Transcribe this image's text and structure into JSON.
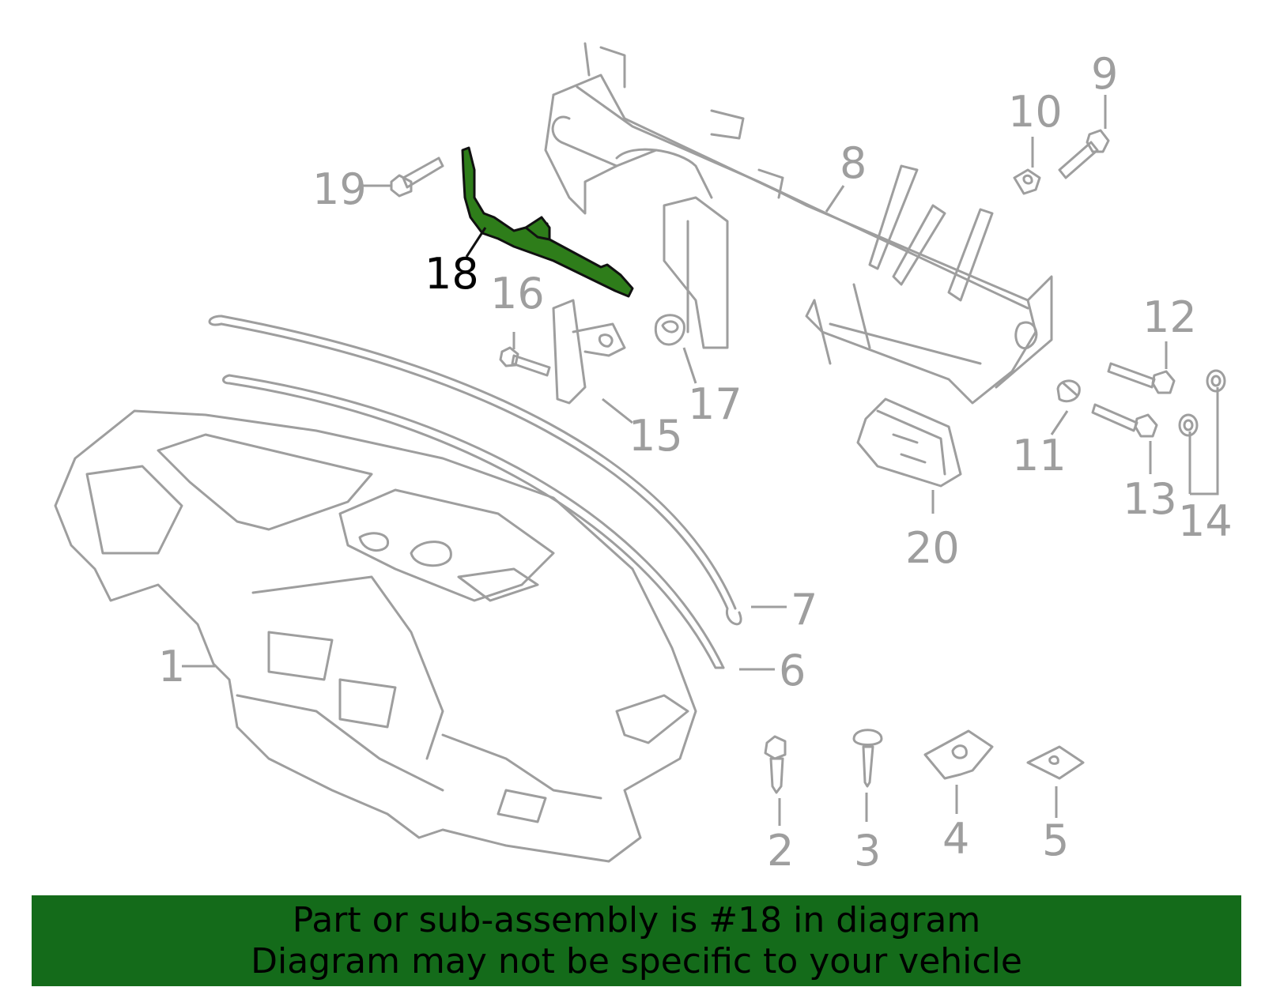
{
  "banner": {
    "line1": "Part or sub-assembly is #18 in diagram",
    "line2": "Diagram may not be specific to your vehicle"
  },
  "highlight_color": "#2e7d1a",
  "banner_color": "#146b1a",
  "line_art_color": "#9e9e9e",
  "highlighted_part": "18",
  "callouts": {
    "c1": "1",
    "c2": "2",
    "c3": "3",
    "c4": "4",
    "c5": "5",
    "c6": "6",
    "c7": "7",
    "c8": "8",
    "c9": "9",
    "c10": "10",
    "c11": "11",
    "c12": "12",
    "c13": "13",
    "c14": "14",
    "c15": "15",
    "c16": "16",
    "c17": "17",
    "c18": "18",
    "c19": "19",
    "c20": "20"
  }
}
